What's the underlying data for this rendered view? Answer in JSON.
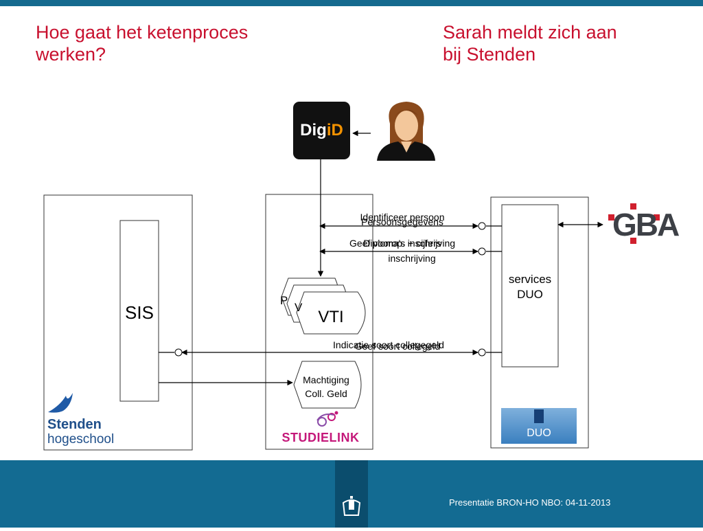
{
  "title_left": "Hoe gaat het ketenproces\nwerken?",
  "title_right": "Sarah meldt zich aan\nbij Stenden",
  "logos": {
    "digid": "DigiD",
    "gba": "GBA",
    "duo": "DUO",
    "stenden_line1": "Stenden",
    "stenden_line2": "hogeschool",
    "studielink": "STUDIELINK"
  },
  "diagram": {
    "sis": "SIS",
    "services_duo": "services\nDUO",
    "vti": "VTI",
    "stack_hint_p": "P",
    "stack_hint_v": "V",
    "machtiging": "Machtiging\nColl. Geld",
    "arrow1_a": "Identificeer persoon",
    "arrow1_b": "Persoonsgegevens",
    "arrow2_a": "Geef voorop. inschrijving",
    "arrow2_b": "Diploma's + cijfers",
    "arrow2_c": "inschrijving",
    "arrow3_a": "Indicatie soort collegegeld",
    "arrow3_b": "Geef soort collegeld"
  },
  "footer": "Presentatie BRON-HO NBO: 04-11-2013",
  "colors": {
    "title": "#c8102e",
    "footer_bg": "#136b92",
    "topbar": "#156a8e",
    "duo_logo": "#3a7fbf",
    "studielink": "#c4187a"
  }
}
